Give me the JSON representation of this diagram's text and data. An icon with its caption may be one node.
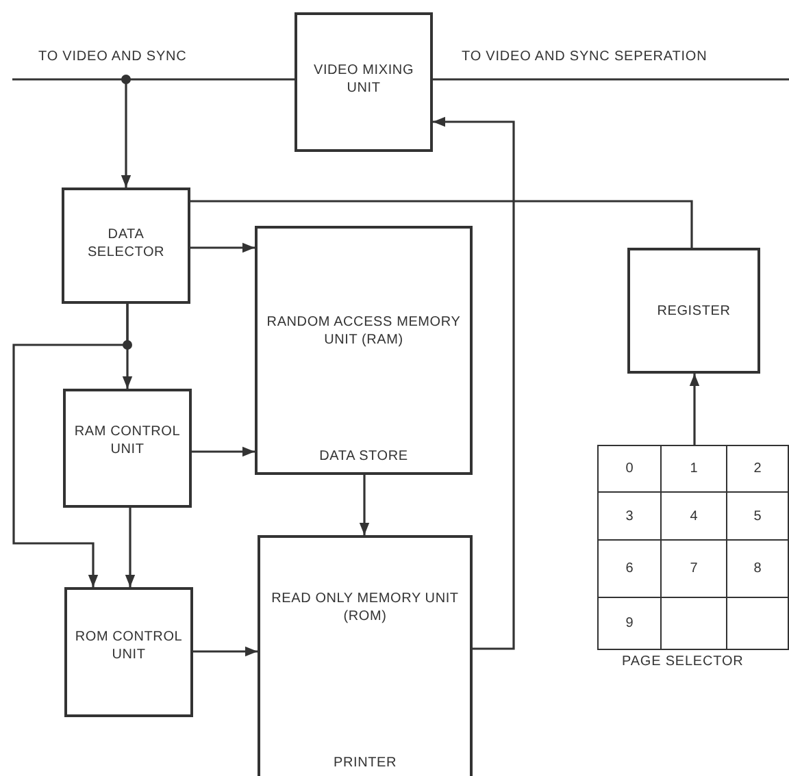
{
  "diagram": {
    "nodes": [
      {
        "text": [
          "VIDEO MIXING UNIT"
        ]
      },
      {
        "text": [
          "DATA SELECTOR"
        ]
      },
      {
        "text": [
          "RANDOM ACCESS MEMORY UNIT (RAM)",
          "DATA STORE"
        ]
      },
      {
        "text": [
          "REGISTER"
        ]
      },
      {
        "text": [
          "RAM CONTROL UNIT"
        ]
      },
      {
        "text": [
          "ROM CONTROL UNIT"
        ]
      },
      {
        "text": [
          "READ ONLY MEMORY UNIT (ROM)",
          "PRINTER"
        ]
      },
      {
        "text": [],
        "shape": "box",
        "beside": [
          "PAGE SELECTOR"
        ]
      }
    ],
    "edges": [
      {
        "from": null,
        "to": 0,
        "arrow": "none",
        "label": "TO VIDEO AND SYNC"
      },
      {
        "from": 0,
        "to": null,
        "arrow": "none",
        "label": "TO VIDEO AND SYNC SEPERATION"
      },
      {
        "from": null,
        "to": 1,
        "arrow": "to"
      },
      {
        "from": 1,
        "to": 2,
        "arrow": "to"
      },
      {
        "from": 1,
        "to": 3,
        "arrow": "none"
      },
      {
        "from": 1,
        "to": 4,
        "arrow": "to"
      },
      {
        "from": 1,
        "to": 5,
        "arrow": "to"
      },
      {
        "from": 4,
        "to": 2,
        "arrow": "to"
      },
      {
        "from": 4,
        "to": 5,
        "arrow": "to"
      },
      {
        "from": 2,
        "to": 6,
        "arrow": "to"
      },
      {
        "from": 5,
        "to": 6,
        "arrow": "to"
      },
      {
        "from": 6,
        "to": 0,
        "arrow": "to"
      },
      {
        "from": 7,
        "to": 3,
        "arrow": "to"
      }
    ],
    "labels": [
      "0",
      "1",
      "2",
      "3",
      "4",
      "5",
      "6",
      "7",
      "8",
      "9"
    ]
  }
}
